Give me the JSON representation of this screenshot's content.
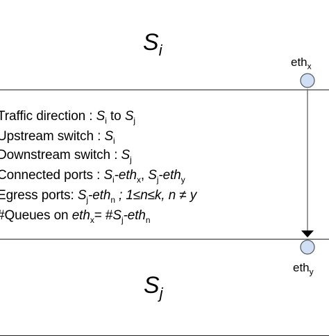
{
  "switch_top": {
    "name": "S",
    "sub": "i"
  },
  "switch_bottom": {
    "name": "S",
    "sub": "j"
  },
  "port_x": {
    "name": "eth",
    "sub": "x"
  },
  "port_y": {
    "name": "eth",
    "sub": "y"
  },
  "info": {
    "l0": {
      "text": "Traffic direction : ",
      "s1": "S",
      "s1sub": "i",
      "mid": " to ",
      "s2": "S",
      "s2sub": "j"
    },
    "l1": {
      "text": "Upstream switch : ",
      "s": "S",
      "ssub": "i"
    },
    "l2": {
      "text": "Downstream switch : ",
      "s": "S",
      "ssub": "j"
    },
    "l3": {
      "text": "Connected ports : ",
      "p1a": "S",
      "p1asub": "i",
      "p1b": "-eth",
      "p1bsub": "x",
      "sep": ", ",
      "p2a": "S",
      "p2asub": "j",
      "p2b": "-eth",
      "p2bsub": "y"
    },
    "l4": {
      "text": "Egress ports: ",
      "pa": "S",
      "pasub": "j",
      "pb": "-eth",
      "pbsub": "n",
      "cond": " ; 1≤n≤k, n ≠ y"
    },
    "l5": {
      "text": "#Queues on ",
      "qa": "eth",
      "qasub": "x",
      "qb": "= #",
      "qc": "S",
      "qcsub": "j",
      "qd": "-eth",
      "qdsub": "n"
    }
  },
  "colors": {
    "port_fill": "#cfe0f5",
    "line": "#222222",
    "arrow": "#777777"
  }
}
